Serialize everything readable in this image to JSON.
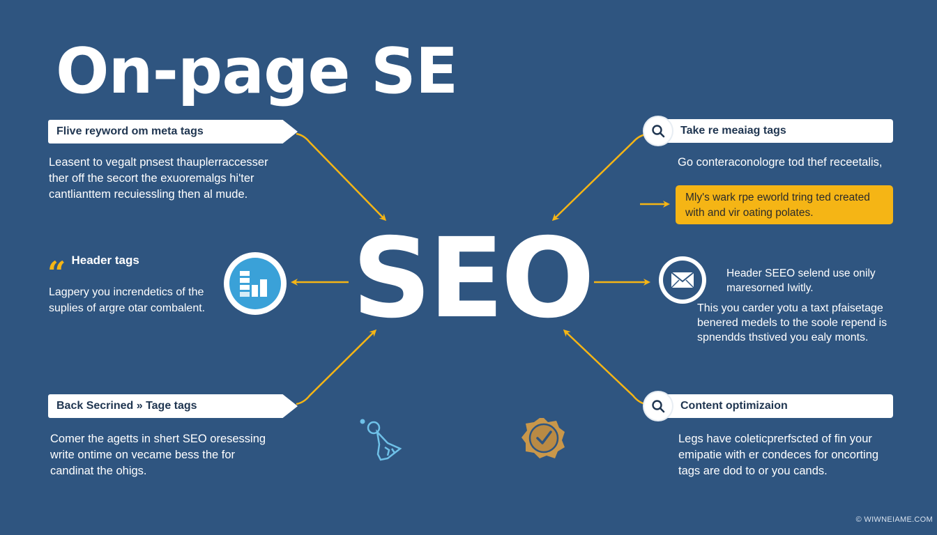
{
  "title": "On-page SE",
  "center_label": "SEO",
  "colors": {
    "background": "#2f5580",
    "accent": "#f5b515",
    "text": "#ffffff",
    "tag_text": "#1f3550",
    "icon_blue": "#3aa1d8",
    "icon_gold": "#c9974a"
  },
  "left": {
    "top": {
      "tag": "Flive reyword om meta tags",
      "lines": [
        "Leasent to vegalt pnsest thauplerraccesser",
        "ther off the secort the exuoremalgs hi'ter",
        "cantlianttem recuiessling then al mude."
      ]
    },
    "middle": {
      "icon": "quote-icon",
      "heading": "Header tags",
      "lines": [
        "Lagpery you increndetics of the",
        "suplies of argre otar combalent."
      ],
      "circle_icon": "bar-chart-icon"
    },
    "bottom": {
      "tag": "Back Secrined » Tage tags",
      "lines": [
        "Comer the agetts in shert SEO oresessing",
        "write ontime on vecame bess the for",
        "candinat the ohigs."
      ]
    }
  },
  "right": {
    "top": {
      "icon": "search-icon",
      "tag": "Take re meaiag tags",
      "line": "Go conteraconologre tod thef receetalis,",
      "highlight_lines": [
        "Mly's wark rpe eworld tring ted created",
        "with and vir oating polates."
      ]
    },
    "middle": {
      "circle_icon": "envelope-icon",
      "sub_lines": [
        "Header SEEO selend use onily",
        "maresorned Iwitly."
      ],
      "lines": [
        "This you carder yotu a taxt pfaisetage",
        "benered medels to the soole repend is",
        "spnendds thstived you ealy monts."
      ]
    },
    "bottom": {
      "icon": "search-icon",
      "tag": "Content optimizaion",
      "lines": [
        "Legs have coleticprerfscted of fin your",
        "emipatie with er condeces for oncorting",
        "tags are dod to or you cands."
      ]
    }
  },
  "bottom_icons": [
    "person-flask-icon",
    "clock-check-icon"
  ],
  "watermark": "© WIWNEIAME.COM"
}
